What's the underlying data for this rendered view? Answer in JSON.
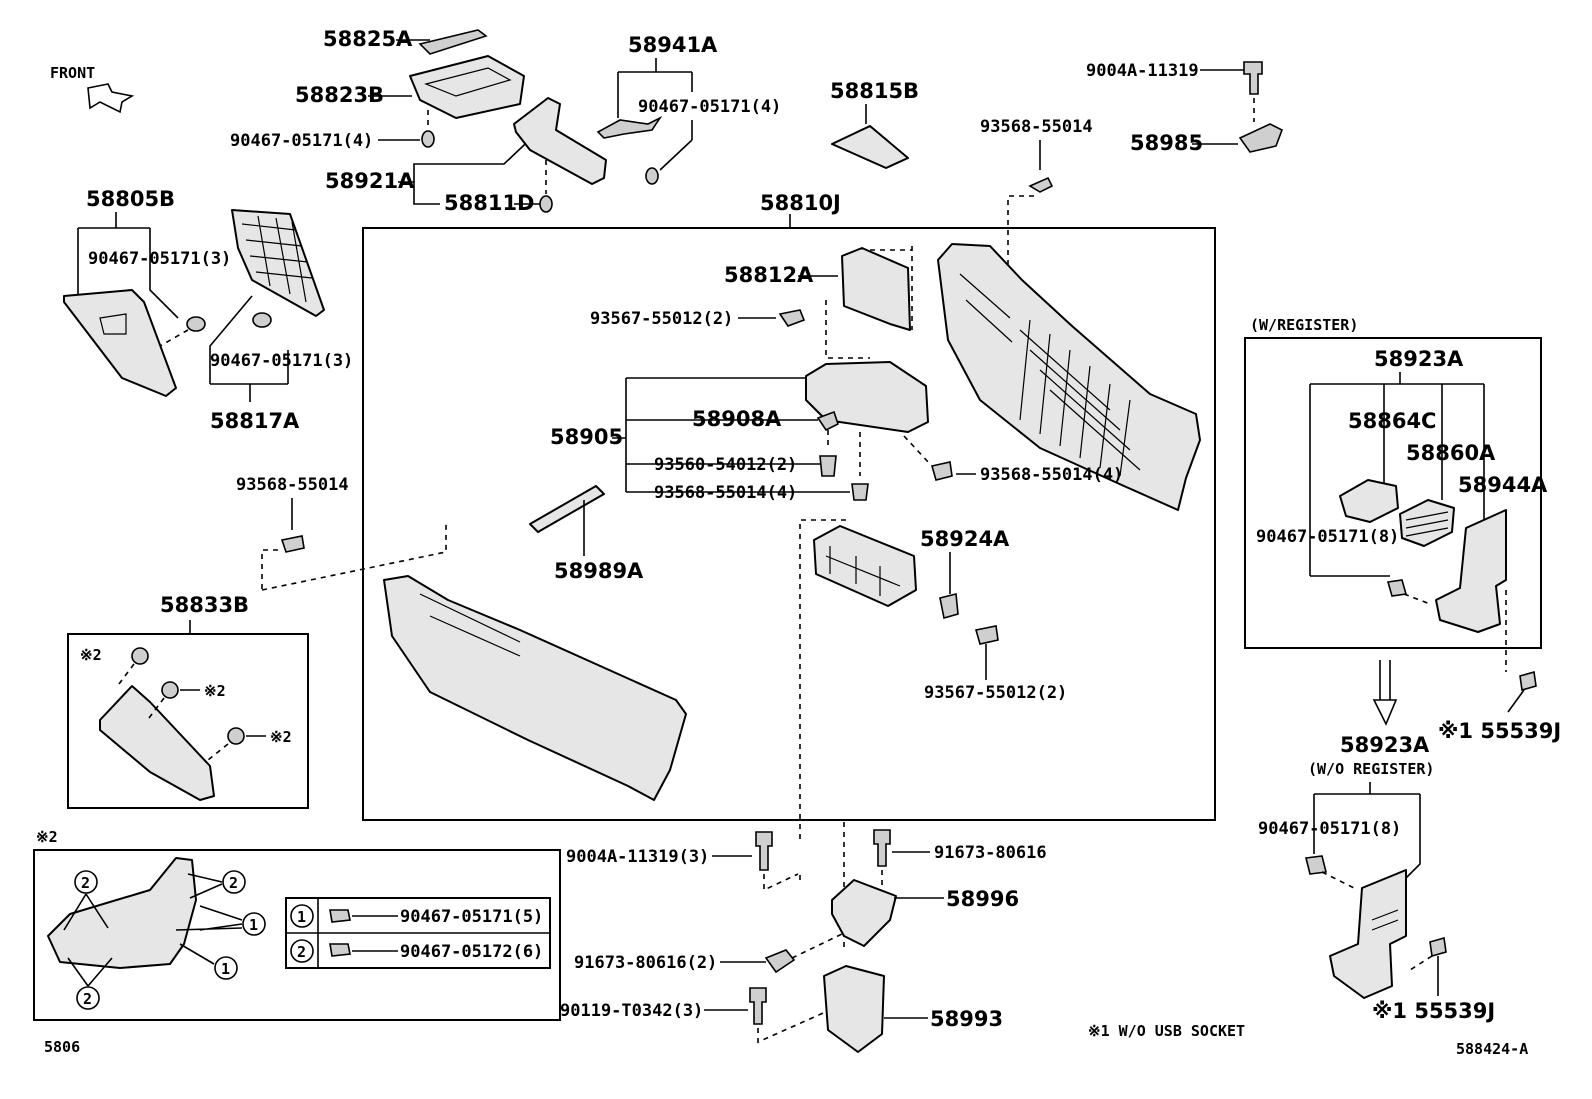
{
  "labels": {
    "front": "FRONT",
    "p58825A": "58825A",
    "p58823B": "58823B",
    "p90467_05171_4_a": "90467-05171(4)",
    "p58921A": "58921A",
    "p58811D": "58811D",
    "p58941A": "58941A",
    "p90467_05171_4_b": "90467-05171(4)",
    "p58815B": "58815B",
    "p93568_55014_top": "93568-55014",
    "p9004A_11319": "9004A-11319",
    "p58985": "58985",
    "p58805B": "58805B",
    "p90467_05171_3_a": "90467-05171(3)",
    "p90467_05171_3_b": "90467-05171(3)",
    "p58817A": "58817A",
    "p58810J": "58810J",
    "p58812A": "58812A",
    "p93567_55012_2_a": "93567-55012(2)",
    "p58905": "58905",
    "p58908A": "58908A",
    "p93560_54012_2": "93560-54012(2)",
    "p93568_55014_4_a": "93568-55014(4)",
    "p93568_55014_4_b": "93568-55014(4)",
    "p58989A": "58989A",
    "p58924A": "58924A",
    "p93567_55012_2_b": "93567-55012(2)",
    "p93568_55014_left": "93568-55014",
    "p58833B": "58833B",
    "note2_a": "※2",
    "note2_b": "※2",
    "note2_c": "※2",
    "wregister": "(W/REGISTER)",
    "p58923A_top": "58923A",
    "p58864C": "58864C",
    "p58860A": "58860A",
    "p58944A": "58944A",
    "p90467_05171_8_a": "90467-05171(8)",
    "note1_55539J_a": "※1 55539J",
    "p58923A_bot": "58923A",
    "woregister": "(W/O REGISTER)",
    "p90467_05171_8_b": "90467-05171(8)",
    "note1_55539J_b": "※1 55539J",
    "p9004A_11319_3": "9004A-11319(3)",
    "p91673_80616": "91673-80616",
    "p58996": "58996",
    "p91673_80616_2": "91673-80616(2)",
    "p90119_T0342_3": "90119-T0342(3)",
    "p58993": "58993",
    "note1_text": "※1 W/O USB SOCKET",
    "note2_header": "※2",
    "code_left": "5806",
    "code_right": "588424-A"
  },
  "legend": {
    "rows": [
      {
        "num": "1",
        "part": "90467-05171(5)"
      },
      {
        "num": "2",
        "part": "90467-05172(6)"
      }
    ],
    "callout_1": "1",
    "callout_2": "2"
  }
}
